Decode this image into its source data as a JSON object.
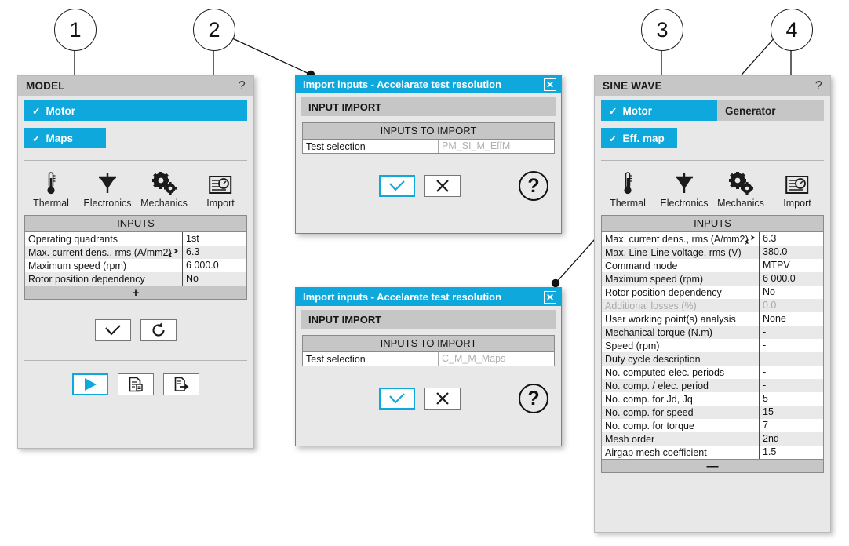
{
  "callouts": [
    {
      "n": "1"
    },
    {
      "n": "2"
    },
    {
      "n": "3"
    },
    {
      "n": "4"
    }
  ],
  "model_panel": {
    "title": "MODEL",
    "help": "?",
    "tabs": [
      {
        "label": "Motor",
        "check": "✓",
        "active": true
      },
      {
        "label": "Maps",
        "check": "✓",
        "active": true
      }
    ],
    "icons": [
      {
        "name": "thermal-icon",
        "caption": "Thermal"
      },
      {
        "name": "electronics-icon",
        "caption": "Electronics"
      },
      {
        "name": "mechanics-icon",
        "caption": "Mechanics"
      },
      {
        "name": "import-icon",
        "caption": "Import"
      }
    ],
    "table": {
      "header": "INPUTS",
      "footer": "+",
      "rows": [
        {
          "key": "Operating quadrants",
          "value": "1st",
          "link": false,
          "dim": false
        },
        {
          "key": "Max. current dens., rms (A/mm2)",
          "value": "6.3",
          "link": true,
          "dim": false
        },
        {
          "key": "Maximum speed (rpm)",
          "value": "6 000.0",
          "link": false,
          "dim": false
        },
        {
          "key": "Rotor position dependency",
          "value": "No",
          "link": false,
          "dim": false
        }
      ]
    },
    "action_buttons": [
      {
        "name": "solve-button",
        "glyph": "check",
        "selected": false
      },
      {
        "name": "reset-button",
        "glyph": "reload",
        "selected": false
      }
    ],
    "run_buttons": [
      {
        "name": "run-button",
        "glyph": "play",
        "selected": true
      },
      {
        "name": "report-button",
        "glyph": "report",
        "selected": false
      },
      {
        "name": "export-button",
        "glyph": "export",
        "selected": false
      }
    ]
  },
  "dialog_1": {
    "title": "Import inputs - Accelarate test resolution",
    "close": "✕",
    "section": "INPUT IMPORT",
    "table": {
      "header": "INPUTS TO IMPORT",
      "rows": [
        {
          "key": "Test selection",
          "value": "PM_SI_M_EffM"
        }
      ]
    },
    "ok_label": "check",
    "cancel_label": "cross",
    "help_label": "?"
  },
  "dialog_2": {
    "title": "Import inputs - Accelarate test resolution",
    "close": "✕",
    "section": "INPUT IMPORT",
    "table": {
      "header": "INPUTS TO IMPORT",
      "rows": [
        {
          "key": "Test selection",
          "value": "C_M_M_Maps"
        }
      ]
    },
    "ok_label": "check",
    "cancel_label": "cross",
    "help_label": "?"
  },
  "sine_panel": {
    "title": "SINE WAVE",
    "help": "?",
    "tabs_row1": [
      {
        "label": "Motor",
        "check": "✓",
        "active": true
      },
      {
        "label": "Generator",
        "check": "",
        "active": false
      }
    ],
    "tabs_row2": [
      {
        "label": "Eff. map",
        "check": "✓",
        "active": true
      }
    ],
    "icons": [
      {
        "name": "thermal-icon",
        "caption": "Thermal"
      },
      {
        "name": "electronics-icon",
        "caption": "Electronics"
      },
      {
        "name": "mechanics-icon",
        "caption": "Mechanics"
      },
      {
        "name": "import-icon",
        "caption": "Import"
      }
    ],
    "table": {
      "header": "INPUTS",
      "footer": "—",
      "rows": [
        {
          "key": "Max. current dens., rms (A/mm2)",
          "value": "6.3",
          "link": true,
          "dim": false
        },
        {
          "key": "Max. Line-Line voltage, rms (V)",
          "value": "380.0",
          "link": false,
          "dim": false
        },
        {
          "key": "Command mode",
          "value": "MTPV",
          "link": false,
          "dim": false
        },
        {
          "key": "Maximum speed (rpm)",
          "value": "6 000.0",
          "link": false,
          "dim": false
        },
        {
          "key": "Rotor position dependency",
          "value": "No",
          "link": false,
          "dim": false
        },
        {
          "key": "Additional losses (%)",
          "value": "0.0",
          "link": false,
          "dim": true
        },
        {
          "key": "User working point(s) analysis",
          "value": "None",
          "link": false,
          "dim": false
        },
        {
          "key": "Mechanical torque (N.m)",
          "value": "-",
          "link": false,
          "dim": false
        },
        {
          "key": "Speed (rpm)",
          "value": "-",
          "link": false,
          "dim": false
        },
        {
          "key": "Duty cycle description",
          "value": "-",
          "link": false,
          "dim": false
        },
        {
          "key": "No. computed elec. periods",
          "value": "-",
          "link": false,
          "dim": false
        },
        {
          "key": "No. comp. / elec. period",
          "value": "-",
          "link": false,
          "dim": false
        },
        {
          "key": "No. comp. for Jd, Jq",
          "value": "5",
          "link": false,
          "dim": false
        },
        {
          "key": "No. comp. for speed",
          "value": "15",
          "link": false,
          "dim": false
        },
        {
          "key": "No. comp. for torque",
          "value": "7",
          "link": false,
          "dim": false
        },
        {
          "key": "Mesh order",
          "value": "2nd",
          "link": false,
          "dim": false
        },
        {
          "key": "Airgap mesh coefficient",
          "value": "1.5",
          "link": false,
          "dim": false
        }
      ]
    }
  },
  "colors": {
    "accent": "#0fa8dc",
    "panel_bg": "#e8e8e8",
    "header_bg": "#c6c6c6",
    "row_alt": "#e9e9e9"
  }
}
